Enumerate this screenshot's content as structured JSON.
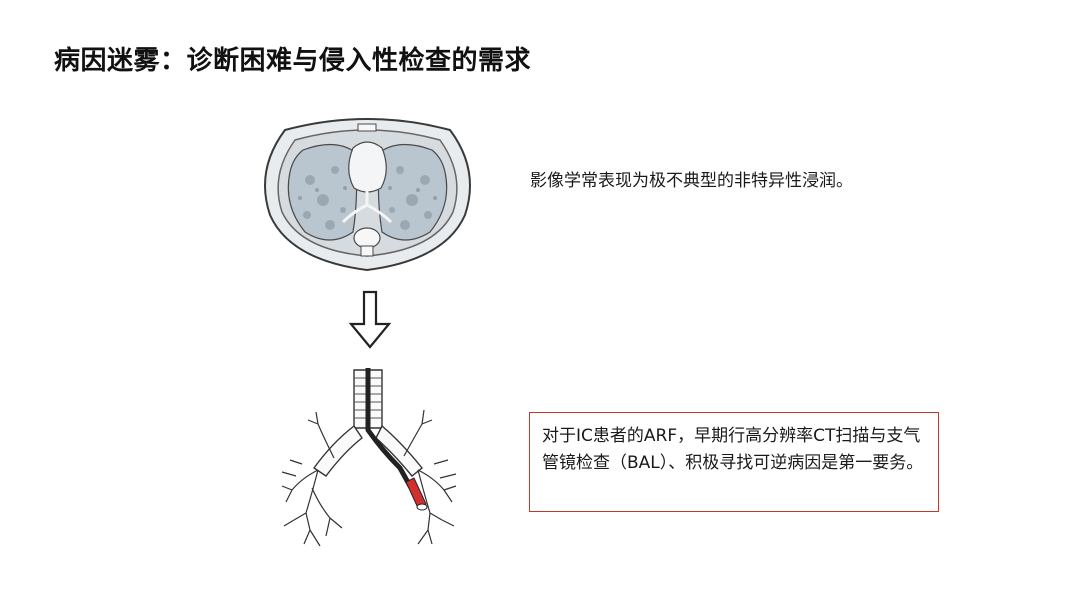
{
  "slide": {
    "title": "病因迷雾：诊断困难与侵入性检查的需求",
    "imaging_note": "影像学常表现为极不典型的非特异性浸润。",
    "callout": {
      "text": "对于IC患者的ARF，早期行高分辨率CT扫描与支气管镜检查（BAL）、积极寻找可逆病因是第一要务。",
      "border_color": "#c0392b"
    }
  },
  "figures": {
    "ct_scan": "chest-ct-cross-section",
    "arrow": "down-arrow",
    "bronchoscope": "bronchial-tree-with-bronchoscope",
    "scope_tip_color": "#d32f2f"
  }
}
